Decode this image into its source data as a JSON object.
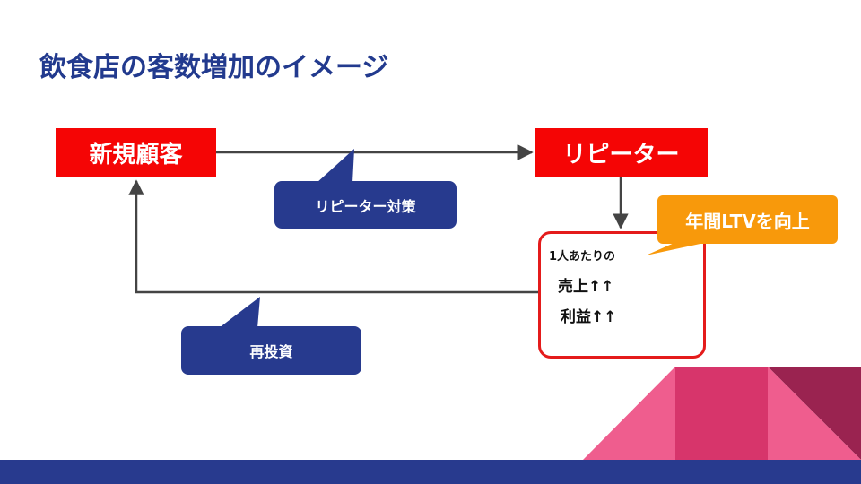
{
  "title": "飲食店の客数増加のイメージ",
  "nodes": {
    "new_customer": "新規顧客",
    "repeater": "リピーター"
  },
  "callouts": {
    "repeater_measures": "リピーター対策",
    "reinvestment": "再投資",
    "ltv": "年間LTVを向上"
  },
  "result": {
    "per_person": "1人あたりの",
    "sales": "売上↑↑",
    "profit": "利益↑↑"
  },
  "colors": {
    "title": "#223a8e",
    "node_fill": "#f50505",
    "callout_blue": "#273a8e",
    "callout_orange": "#f8990b",
    "result_border": "#e41b1b",
    "arrow": "#444444",
    "footer": "#283a8e",
    "deco_pink": "#ef5d8e",
    "deco_magenta": "#d7356b",
    "deco_dark": "#9a2350"
  }
}
